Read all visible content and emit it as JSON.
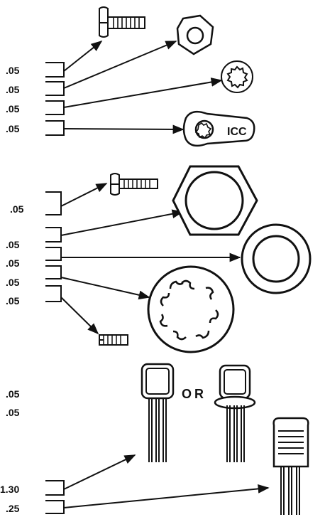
{
  "prices": [
    {
      "id": "p1",
      "value": ".05"
    },
    {
      "id": "p2",
      "value": ".05"
    },
    {
      "id": "p3",
      "value": ".05"
    },
    {
      "id": "p4",
      "value": ".05"
    },
    {
      "id": "p5",
      "value": ".05"
    },
    {
      "id": "p6",
      "value": ".05"
    },
    {
      "id": "p7",
      "value": ".05"
    },
    {
      "id": "p8",
      "value": ".05"
    },
    {
      "id": "p9",
      "value": ".05"
    },
    {
      "id": "p10",
      "value": ".05"
    },
    {
      "id": "p11",
      "value": ".05"
    },
    {
      "id": "p12",
      "value": "1.30"
    },
    {
      "id": "p13",
      "value": ".25"
    }
  ],
  "transistor_connector": {
    "text": "OR"
  },
  "stamp_text": "ICC",
  "colors": {
    "ink": "#111111",
    "paper": "#ffffff"
  }
}
